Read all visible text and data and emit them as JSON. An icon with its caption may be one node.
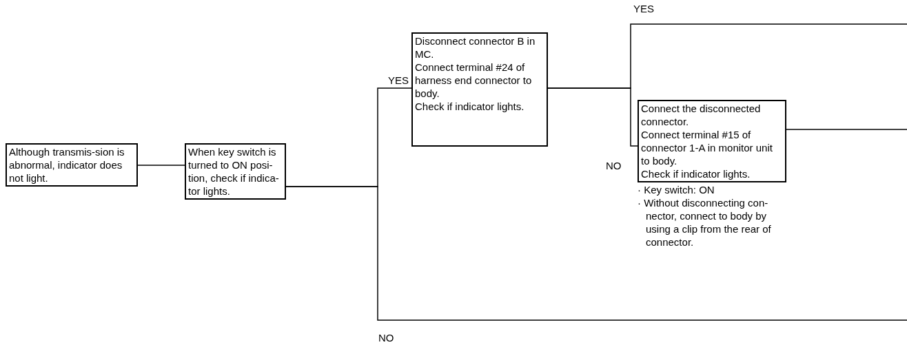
{
  "diagram": {
    "nodes": [
      {
        "text": [
          "Although transmis-sion is abnormal, indicator does not light."
        ]
      },
      {
        "text": [
          "When key switch is turned to ON posi-tion, check if indica-tor lights."
        ]
      },
      {
        "text": [
          "Disconnect connector B in MC.",
          "Connect terminal #24 of harness end connector to body.",
          "Check if indicator lights."
        ]
      },
      {
        "text": [
          "Connect the disconnected connector.",
          "Connect terminal #15 of connector 1-A in monitor unit to body.",
          "Check if indicator lights."
        ],
        "beside": [
          "· Key switch: ON",
          "· Without disconnecting con-nector, connect to body by using a clip from the rear of connector."
        ]
      }
    ],
    "edges": [
      {
        "from": 0,
        "to": 1,
        "arrow": "none"
      },
      {
        "from": 1,
        "to": 2,
        "arrow": "none",
        "label": "YES"
      },
      {
        "from": 1,
        "to": null,
        "arrow": "none",
        "label": "NO"
      },
      {
        "from": 2,
        "to": null,
        "arrow": "none",
        "label": "YES"
      },
      {
        "from": 2,
        "to": 3,
        "arrow": "none",
        "label": "NO"
      },
      {
        "from": 3,
        "to": null,
        "arrow": "none"
      }
    ]
  }
}
